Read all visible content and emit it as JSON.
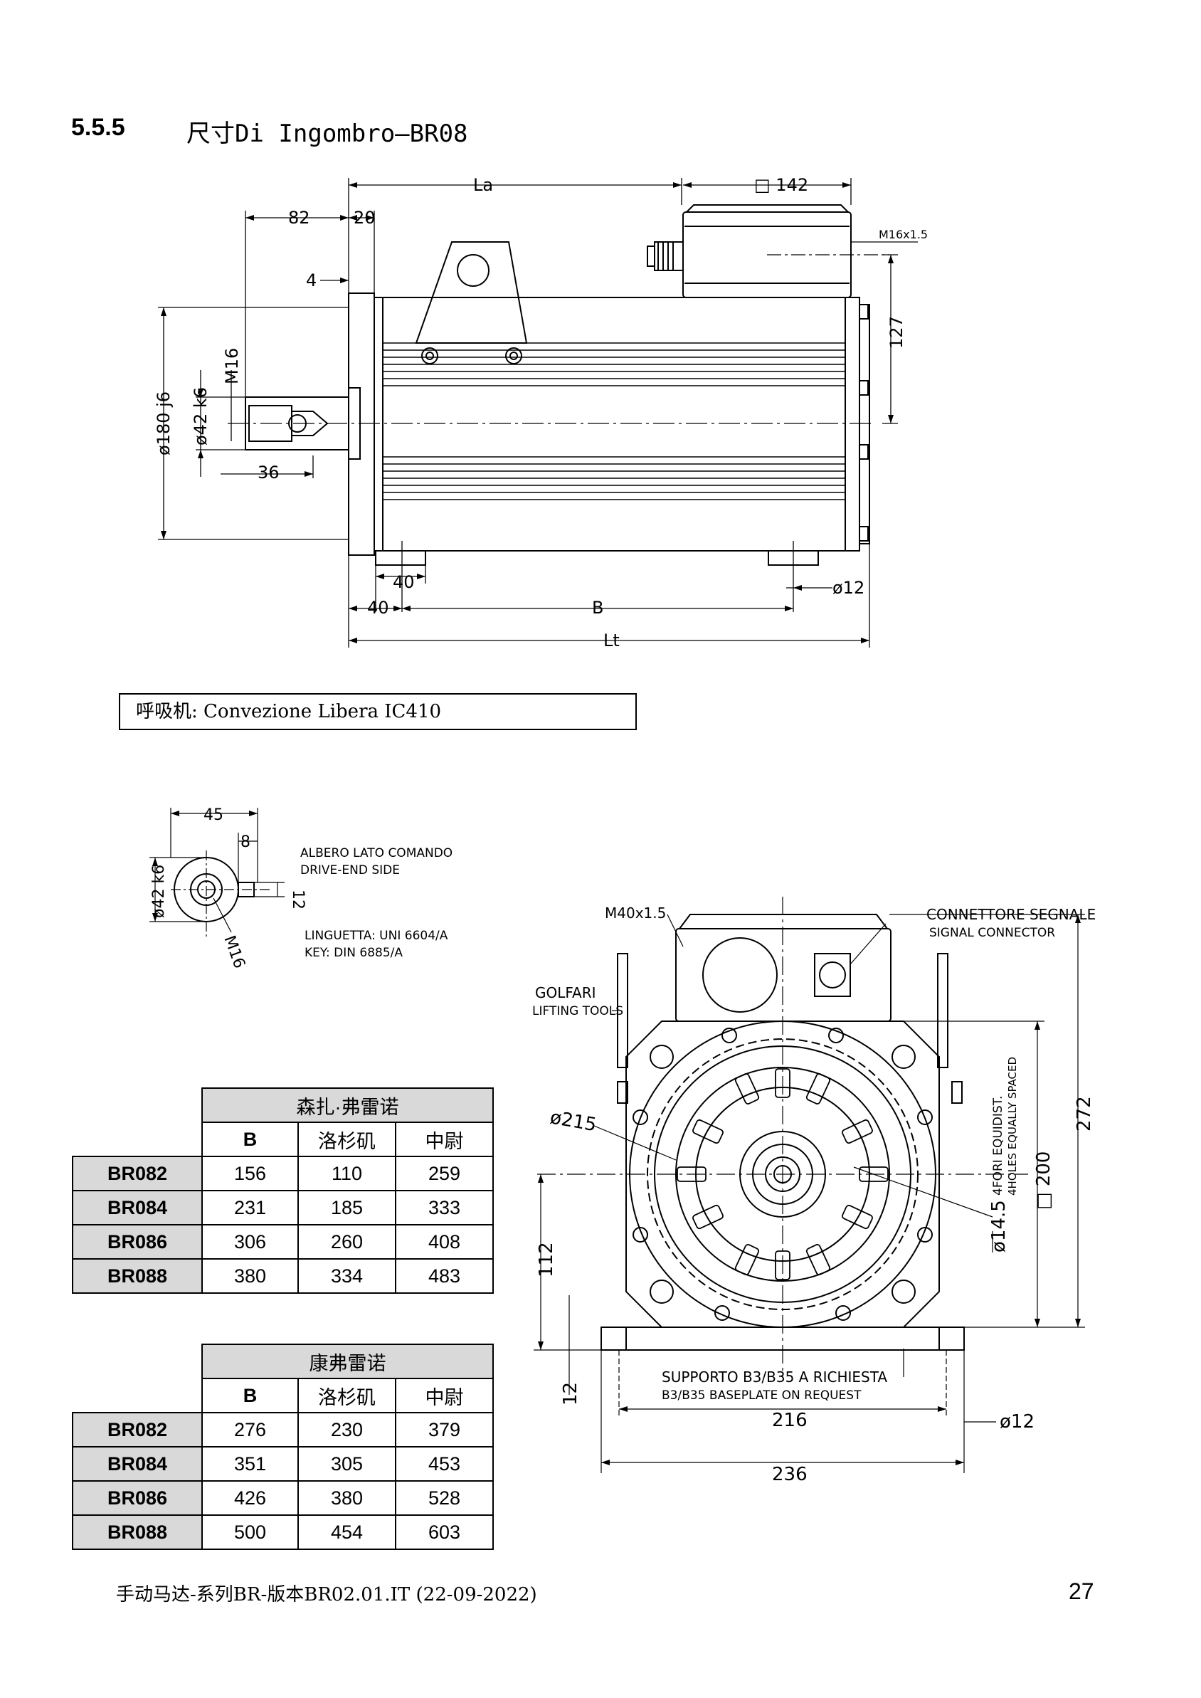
{
  "section": {
    "number": "5.5.5",
    "title": "尺寸Di Ingombro–BR08"
  },
  "side_view": {
    "labels": {
      "La": "La",
      "sq142": "□ 142",
      "d82": "82",
      "d20": "20",
      "d4": "4",
      "m16x15": "M16x1.5",
      "d127": "127",
      "m16": "M16",
      "phi180": "ø180 j6",
      "phi42": "ø42 k6",
      "d36": "36",
      "d40a": "40",
      "d40b": "40",
      "B": "B",
      "phi12": "ø12",
      "Lt": "Lt"
    }
  },
  "fan_note": "呼吸机: Convezione Libera IC410",
  "shaft_detail": {
    "labels": {
      "d45": "45",
      "d8": "8",
      "d12": "12",
      "phi42": "ø42 k6",
      "m16": "M16",
      "drive1": "ALBERO LATO COMANDO",
      "drive2": "DRIVE-END SIDE",
      "key1": "LINGUETTA: UNI 6604/A",
      "key2": "KEY: DIN 6885/A"
    }
  },
  "front_view": {
    "labels": {
      "m40": "M40x1.5",
      "conn1": "CONNETTORE SEGNALE",
      "conn2": "SIGNAL CONNECTOR",
      "golf1": "GOLFARI",
      "golf2": "LIFTING TOOLS",
      "phi215": "ø215",
      "holes1": "4FORI EQUIDIST.",
      "holes2": "4HOLES EQUALLY SPACED",
      "phi145": "ø14.5",
      "sq200": "□ 200",
      "d272": "272",
      "d112": "112",
      "d12": "12",
      "supp1": "SUPPORTO B3/B35 A RICHIESTA",
      "supp2": "B3/B35 BASEPLATE ON REQUEST",
      "d216": "216",
      "d236": "236",
      "phi12": "ø12"
    }
  },
  "table1": {
    "group": "森扎·弗雷诺",
    "headers": [
      "B",
      "洛杉矶",
      "中尉"
    ],
    "rows": [
      {
        "model": "BR082",
        "vals": [
          "156",
          "110",
          "259"
        ]
      },
      {
        "model": "BR084",
        "vals": [
          "231",
          "185",
          "333"
        ]
      },
      {
        "model": "BR086",
        "vals": [
          "306",
          "260",
          "408"
        ]
      },
      {
        "model": "BR088",
        "vals": [
          "380",
          "334",
          "483"
        ]
      }
    ]
  },
  "table2": {
    "group": "康弗雷诺",
    "headers": [
      "B",
      "洛杉矶",
      "中尉"
    ],
    "rows": [
      {
        "model": "BR082",
        "vals": [
          "276",
          "230",
          "379"
        ]
      },
      {
        "model": "BR084",
        "vals": [
          "351",
          "305",
          "453"
        ]
      },
      {
        "model": "BR086",
        "vals": [
          "426",
          "380",
          "528"
        ]
      },
      {
        "model": "BR088",
        "vals": [
          "500",
          "454",
          "603"
        ]
      }
    ]
  },
  "footer": "手动马达-系列BR-版本BR02.01.IT (22-09-2022)",
  "page_number": "27"
}
